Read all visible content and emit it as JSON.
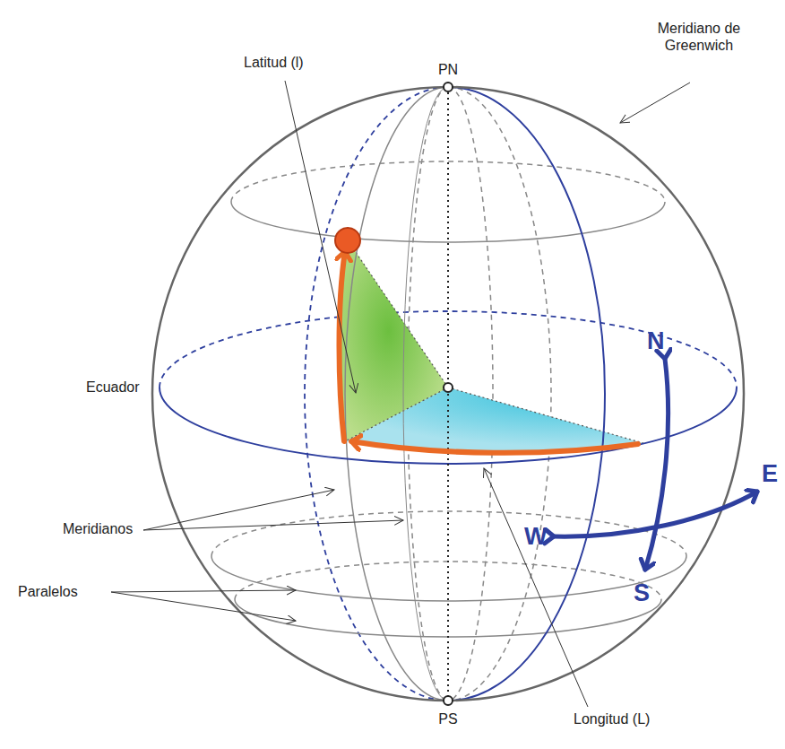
{
  "diagram": {
    "labels": [
      "Meridiano de Greenwich",
      "Latitud (l)",
      "PN",
      "Ecuador",
      "N",
      "E",
      "W",
      "S",
      "Meridianos",
      "Paralelos",
      "PS",
      "Longitud (L)"
    ]
  }
}
